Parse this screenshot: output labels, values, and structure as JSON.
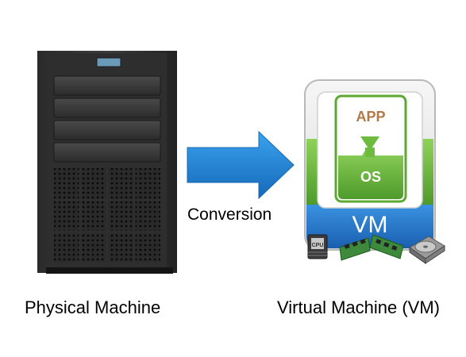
{
  "physical_machine": {
    "label": "Physical Machine",
    "icon": "server-tower-icon"
  },
  "conversion": {
    "label": "Conversion",
    "icon": "arrow-right-icon",
    "color": "#1E88D8"
  },
  "virtual_machine": {
    "label": "Virtual Machine (VM)",
    "icon": "vm-box-icon",
    "app_label": "APP",
    "os_label": "OS",
    "vm_label": "VM",
    "hardware_icons": [
      "cpu-chip-icon",
      "memory-module-icon",
      "memory-module-icon",
      "hard-disk-icon"
    ],
    "hardware_text": "CPU",
    "colors": {
      "green": "#6DBB3F",
      "green_dark": "#4E9A2B",
      "blue": "#1E78C8",
      "app_text": "#B07A4A"
    }
  }
}
